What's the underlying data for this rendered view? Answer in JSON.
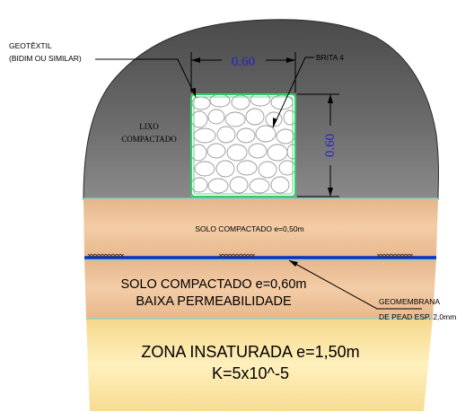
{
  "labels": {
    "geotextil_line1": "GEOTÊXTIL",
    "geotextil_line2": "(BIDIM OU SIMILAR)",
    "brita": "BRITA 4",
    "width_dim": "0.60",
    "height_dim": "0.60",
    "lixo_line1": "LIXO",
    "lixo_line2": "COMPACTADO",
    "solo1": "SOLO COMPACTADO e=0,50m",
    "solo2_line1": "SOLO COMPACTADO e=0,60m",
    "solo2_line2": "BAIXA PERMEABILIDADE",
    "geomembrana_line1": "GEOMEMBRANA",
    "geomembrana_line2": "DE PEAD ESP. 2,0mm",
    "zona_line1": "ZONA INSATURADA e=1,50m",
    "zona_line2": "K=5x10^-5"
  },
  "colors": {
    "lixo": "#6b6b6b",
    "solo": "#eec39a",
    "zona": "#fde9a6",
    "geomembrana": "#0033cc",
    "dimension": "#2222cc",
    "drain_outline": "#33cc66",
    "layer_edge": "#7fd6d0"
  }
}
